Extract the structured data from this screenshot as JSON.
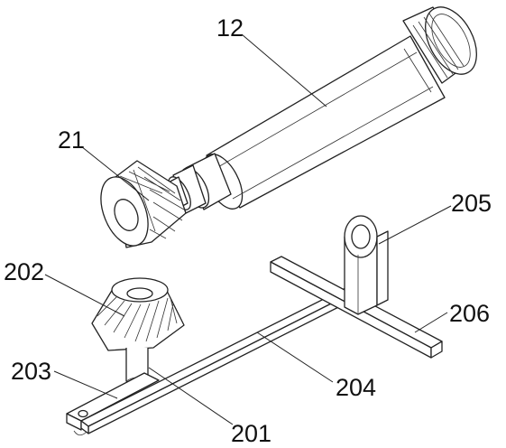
{
  "labels": {
    "l12": "12",
    "l21": "21",
    "l202": "202",
    "l203": "203",
    "l201": "201",
    "l204": "204",
    "l205": "205",
    "l206": "206"
  }
}
